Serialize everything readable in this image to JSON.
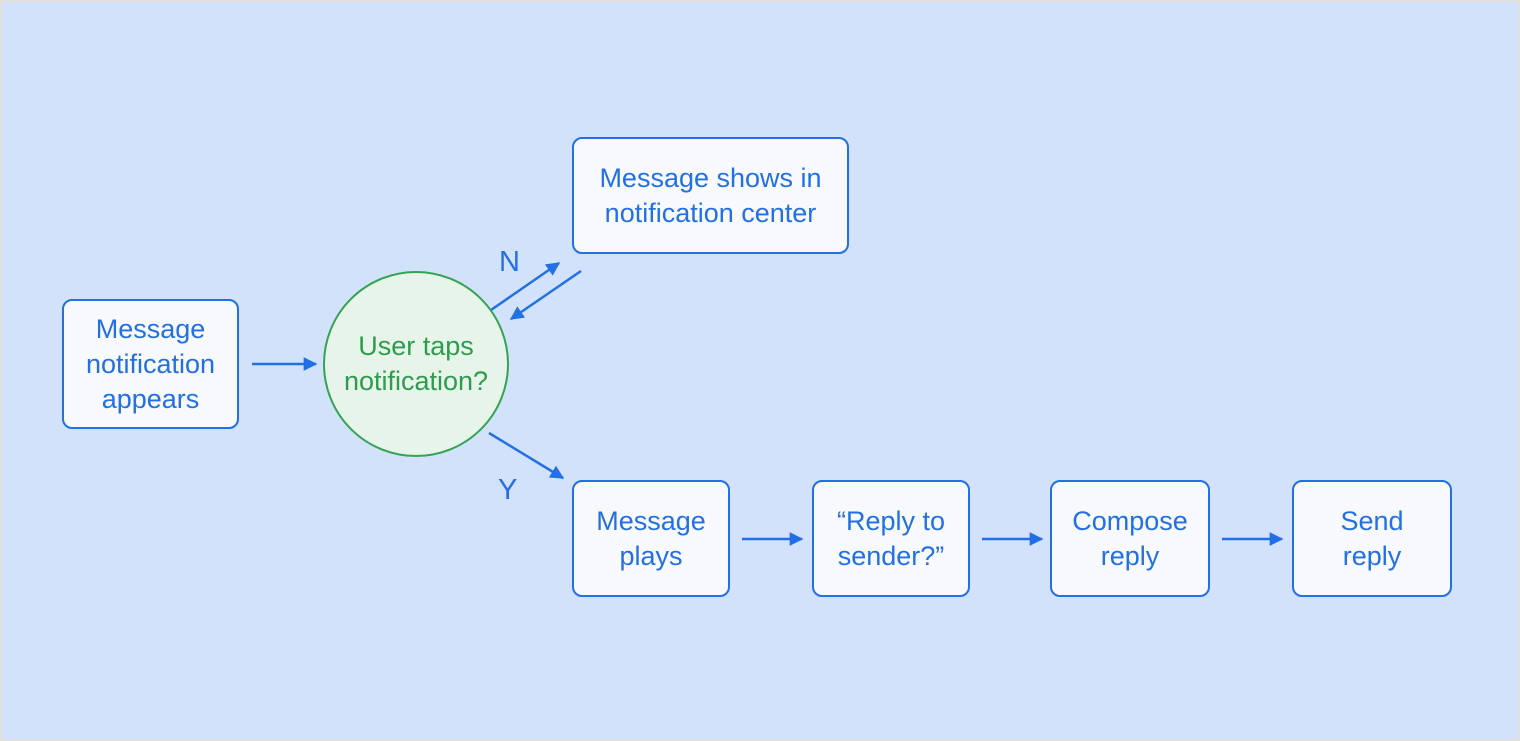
{
  "diagram": {
    "type": "flowchart",
    "colors": {
      "background": "#d1e2fa",
      "node_fill": "#f8f9fc",
      "node_border_and_text_blue": "#2270e3",
      "decision_fill": "#e6f4ea",
      "decision_border_green": "#35a254",
      "decision_text_green": "#2f9c4d"
    },
    "nodes": {
      "start": {
        "label": "Message notification appears",
        "lines": [
          "Message",
          "notification",
          "appears"
        ]
      },
      "decision": {
        "label": "User taps notification?",
        "lines": [
          "User taps",
          "notification?"
        ]
      },
      "no_outcome": {
        "label": "Message shows in notification center",
        "lines": [
          "Message shows in",
          "notification center"
        ]
      },
      "message_plays": {
        "label": "Message plays",
        "lines": [
          "Message",
          "plays"
        ]
      },
      "reply_to_sender": {
        "label": "“Reply to sender?”",
        "lines": [
          "“Reply to",
          "sender?”"
        ]
      },
      "compose_reply": {
        "label": "Compose reply",
        "lines": [
          "Compose",
          "reply"
        ]
      },
      "send_reply": {
        "label": "Send reply",
        "lines": [
          "Send",
          "reply"
        ]
      }
    },
    "edge_labels": {
      "no": "N",
      "yes": "Y"
    }
  }
}
